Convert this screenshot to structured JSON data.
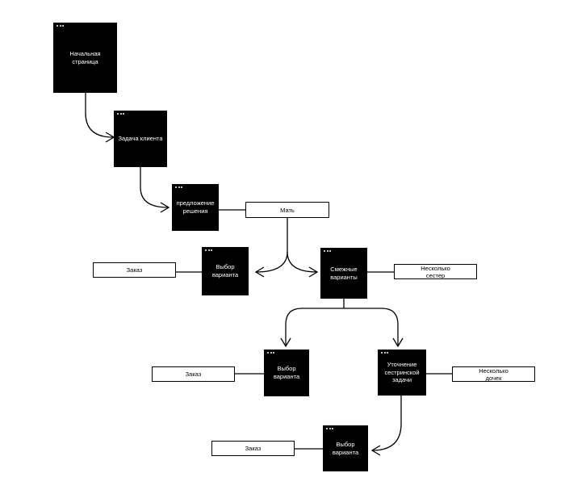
{
  "nodes": [
    {
      "id": "start",
      "label": "Начальная\nстраница"
    },
    {
      "id": "task",
      "label": "Задача клиента"
    },
    {
      "id": "offer",
      "label": "предложение\nрешения"
    },
    {
      "id": "choice1",
      "label": "Выбор\nварианта"
    },
    {
      "id": "related",
      "label": "Смежные\nварианты"
    },
    {
      "id": "choice2",
      "label": "Выбор\nварианта"
    },
    {
      "id": "refine",
      "label": "Уточнение\nсестринской\nзадачи"
    },
    {
      "id": "choice3",
      "label": "Выбор\nварианта"
    }
  ],
  "tags": [
    {
      "id": "mother",
      "label": "Мать"
    },
    {
      "id": "order1",
      "label": "Заказ"
    },
    {
      "id": "sisters",
      "label": "Несколько\nсестер"
    },
    {
      "id": "order2",
      "label": "Заказ"
    },
    {
      "id": "daughters",
      "label": "Несколько\nдочек"
    },
    {
      "id": "order3",
      "label": "Заказ"
    }
  ]
}
